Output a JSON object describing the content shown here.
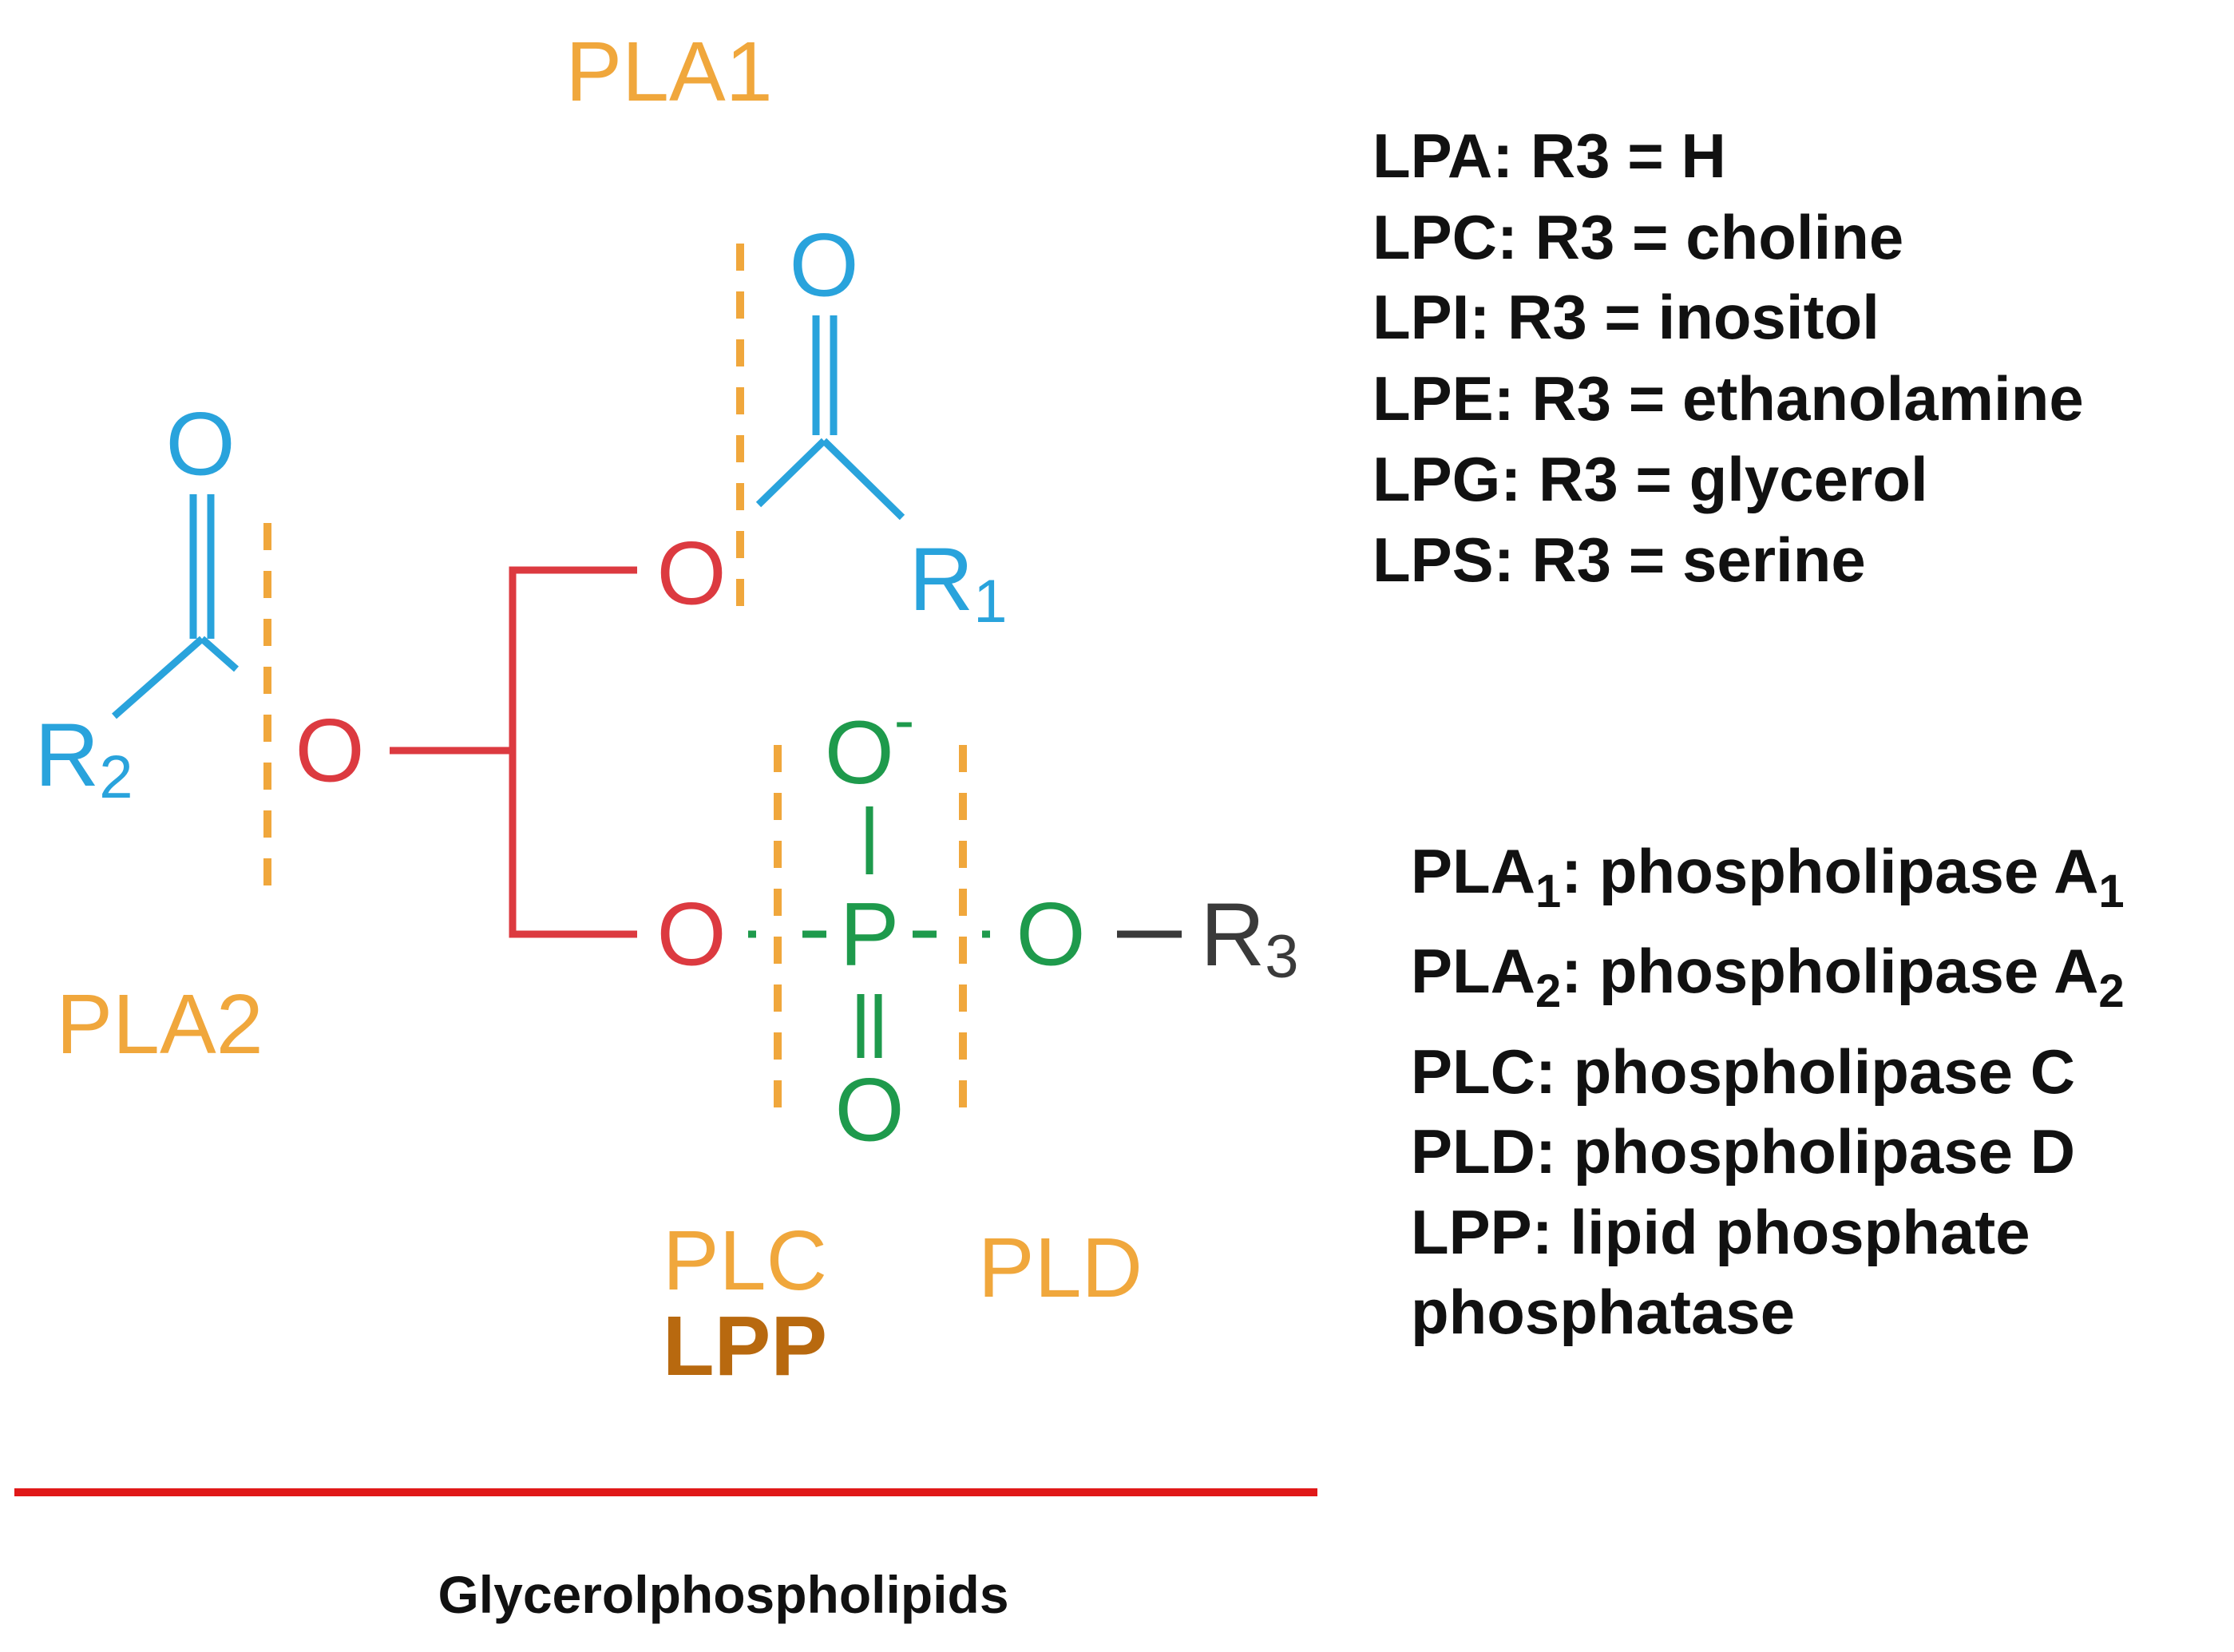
{
  "colors": {
    "acyl": "#29a3dc",
    "glycerol": "#dc3a40",
    "phosphate": "#1e9a4c",
    "enzyme": "#f0a73c",
    "lpp": "#b8690f",
    "r3": "#3a3a3a",
    "rule": "#e01818"
  },
  "structure": {
    "oxygen": "O",
    "phosphorus": "P",
    "r": "R",
    "minus": "-",
    "r1_sub": "1",
    "r2_sub": "2",
    "r3_sub": "3"
  },
  "enzymes": {
    "pla1": "PLA1",
    "pla2": "PLA2",
    "plc": "PLC",
    "lpp": "LPP",
    "pld": "PLD"
  },
  "species": [
    "LPA: R3 = H",
    "LPC: R3 = choline",
    "LPI: R3 = inositol",
    "LPE: R3 = ethanolamine",
    "LPG: R3 = glycerol",
    "LPS: R3 = serine"
  ],
  "enzyme_legend": [
    {
      "pre": "PLA",
      "sub": "1",
      "mid": ": phospholipase A",
      "sub2": "1"
    },
    {
      "pre": "PLA",
      "sub": "2",
      "mid": ": phospholipase A",
      "sub2": "2"
    },
    {
      "text": "PLC: phospholipase C"
    },
    {
      "text": "PLD: phospholipase D"
    },
    {
      "text": "LPP: lipid phosphate"
    },
    {
      "text": "phosphatase"
    }
  ],
  "caption": "Glycerolphospholipids"
}
